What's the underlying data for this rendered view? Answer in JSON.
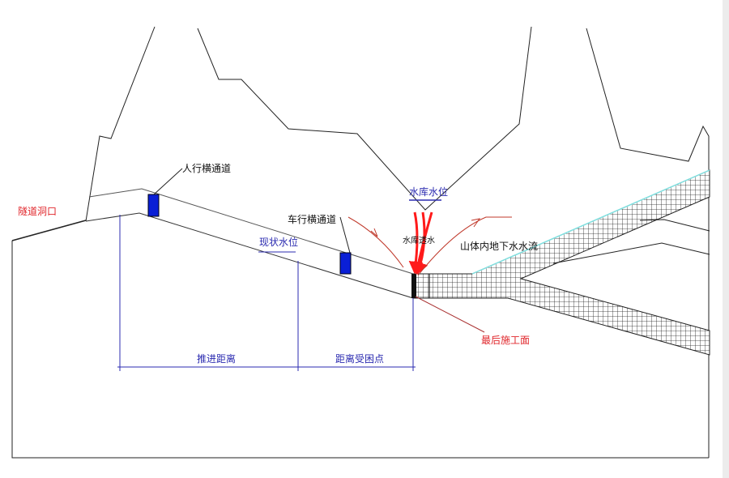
{
  "labels": {
    "tunnel_portal": "隧道洞口",
    "pedestrian_passage": "人行横通道",
    "vehicle_passage": "车行横通道",
    "current_water_level": "现状水位",
    "reservoir_water_level": "水库水位",
    "reservoir_seepage": "水库透水",
    "groundwater_flow": "山体内地下水水流",
    "last_working_face": "最后施工面",
    "advance_distance": "推进距离",
    "distance_to_trapped_point": "距离受困点"
  },
  "colors": {
    "red_label": "#e0262b",
    "blue_label": "#2b2bb0",
    "passage_fill": "#0a1fd6",
    "seepage_arrow": "#ff1a1a",
    "thin_arrow": "#c0392b"
  }
}
